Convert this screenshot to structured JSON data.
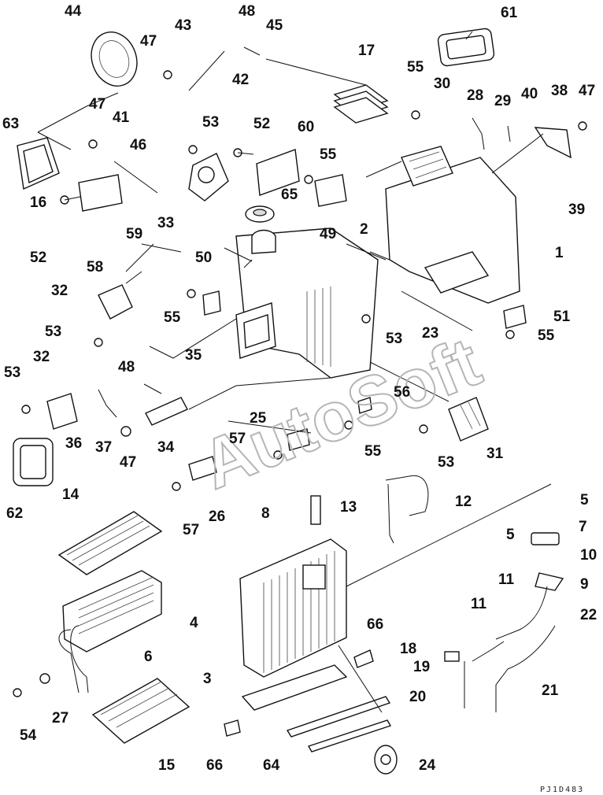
{
  "diagram": {
    "labels": [
      "1",
      "2",
      "3",
      "4",
      "5",
      "5",
      "6",
      "7",
      "8",
      "9",
      "10",
      "11",
      "11",
      "12",
      "13",
      "14",
      "15",
      "16",
      "17",
      "18",
      "19",
      "20",
      "21",
      "22",
      "23",
      "24",
      "25",
      "26",
      "27",
      "28",
      "29",
      "30",
      "31",
      "32",
      "32",
      "33",
      "34",
      "35",
      "36",
      "37",
      "38",
      "39",
      "40",
      "41",
      "42",
      "43",
      "44",
      "45",
      "46",
      "47",
      "47",
      "47",
      "47",
      "48",
      "48",
      "49",
      "50",
      "51",
      "52",
      "52",
      "53",
      "53",
      "53",
      "53",
      "54",
      "55",
      "55",
      "55",
      "55",
      "55",
      "56",
      "57",
      "57",
      "58",
      "59",
      "60",
      "61",
      "62",
      "63",
      "64",
      "65",
      "66",
      "66"
    ],
    "page_code": "PJ1D483",
    "watermark": "AutoSoft"
  }
}
